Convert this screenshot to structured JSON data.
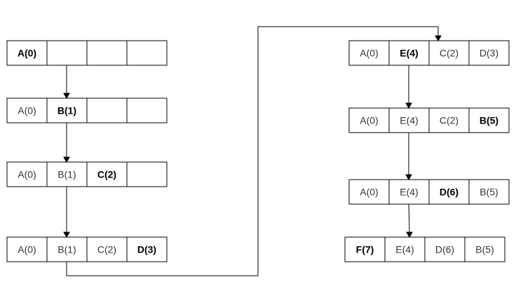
{
  "rows": [
    {
      "cells": [
        {
          "text": "A(0)",
          "highlight": true
        },
        {
          "text": "",
          "highlight": false
        },
        {
          "text": "",
          "highlight": false
        },
        {
          "text": "",
          "highlight": false
        }
      ]
    },
    {
      "cells": [
        {
          "text": "A(0)",
          "highlight": false
        },
        {
          "text": "B(1)",
          "highlight": true
        },
        {
          "text": "",
          "highlight": false
        },
        {
          "text": "",
          "highlight": false
        }
      ]
    },
    {
      "cells": [
        {
          "text": "A(0)",
          "highlight": false
        },
        {
          "text": "B(1)",
          "highlight": false
        },
        {
          "text": "C(2)",
          "highlight": true
        },
        {
          "text": "",
          "highlight": false
        }
      ]
    },
    {
      "cells": [
        {
          "text": "A(0)",
          "highlight": false
        },
        {
          "text": "B(1)",
          "highlight": false
        },
        {
          "text": "C(2)",
          "highlight": false
        },
        {
          "text": "D(3)",
          "highlight": true
        }
      ]
    },
    {
      "cells": [
        {
          "text": "A(0)",
          "highlight": false
        },
        {
          "text": "E(4)",
          "highlight": true
        },
        {
          "text": "C(2)",
          "highlight": false
        },
        {
          "text": "D(3)",
          "highlight": false
        }
      ]
    },
    {
      "cells": [
        {
          "text": "A(0)",
          "highlight": false
        },
        {
          "text": "E(4)",
          "highlight": false
        },
        {
          "text": "C(2)",
          "highlight": false
        },
        {
          "text": "B(5)",
          "highlight": true
        }
      ]
    },
    {
      "cells": [
        {
          "text": "A(0)",
          "highlight": false
        },
        {
          "text": "E(4)",
          "highlight": false
        },
        {
          "text": "D(6)",
          "highlight": true
        },
        {
          "text": "B(5)",
          "highlight": false
        }
      ]
    },
    {
      "cells": [
        {
          "text": "F(7)",
          "highlight": true
        },
        {
          "text": "E(4)",
          "highlight": false
        },
        {
          "text": "D(6)",
          "highlight": false
        },
        {
          "text": "B(5)",
          "highlight": false
        }
      ]
    }
  ]
}
